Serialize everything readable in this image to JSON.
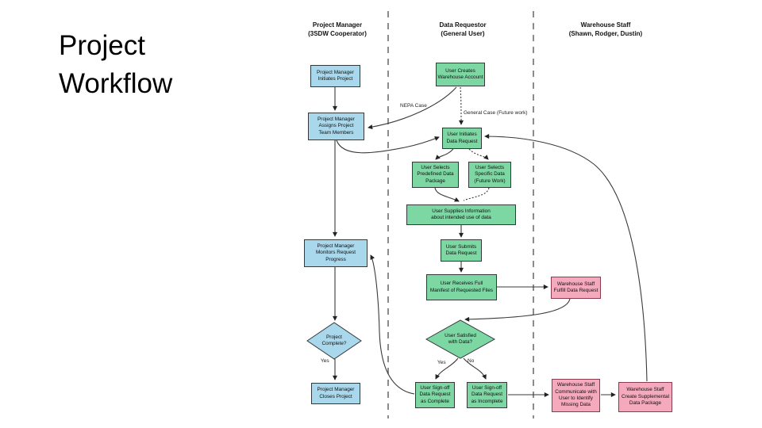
{
  "slide": {
    "title": "Project Workflow"
  },
  "diagram": {
    "lanes": [
      {
        "id": "project-manager",
        "label": "Project Manager\n(3SDW Cooperator)"
      },
      {
        "id": "data-requestor",
        "label": "Data Requestor\n(General User)"
      },
      {
        "id": "warehouse-staff",
        "label": "Warehouse Staff\n(Shawn, Rodger, Dustin)"
      }
    ],
    "colors": {
      "project_manager_fill": "#a9d8ec",
      "data_requestor_fill": "#7cd7a3",
      "warehouse_staff_fill": "#f5a9bd",
      "edge_stroke": "#3a3a3a"
    },
    "nodes": {
      "pm_initiates": {
        "shape": "rect",
        "lane": "project-manager",
        "label": "Project Manager\nInitiates Project"
      },
      "pm_assigns": {
        "shape": "rect",
        "lane": "project-manager",
        "label": "Project Manager\nAssigns Project\nTeam Members"
      },
      "pm_monitors": {
        "shape": "rect",
        "lane": "project-manager",
        "label": "Project Manager\nMonitors Request\nProgress"
      },
      "pm_complete": {
        "shape": "diamond",
        "lane": "project-manager",
        "label": "Project\nComplete?"
      },
      "pm_closes": {
        "shape": "rect",
        "lane": "project-manager",
        "label": "Project Manager\nCloses Project"
      },
      "user_account": {
        "shape": "rect",
        "lane": "data-requestor",
        "label": "User Creates\nWarehouse Account"
      },
      "user_initiates": {
        "shape": "rect",
        "lane": "data-requestor",
        "label": "User Initiates\nData Request"
      },
      "sel_predefined": {
        "shape": "rect",
        "lane": "data-requestor",
        "label": "User Selects\nPredefined Data\nPackage"
      },
      "sel_specific": {
        "shape": "rect",
        "lane": "data-requestor",
        "label": "User Selects\nSpecific Data\n(Future Work)"
      },
      "user_supplies": {
        "shape": "rect",
        "lane": "data-requestor",
        "label": "User Supplies Information\nabout intended use of data"
      },
      "user_submits": {
        "shape": "rect",
        "lane": "data-requestor",
        "label": "User Submits\nData Request"
      },
      "user_receives": {
        "shape": "rect",
        "lane": "data-requestor",
        "label": "User Receives Full\nManifest of Requested Files"
      },
      "user_satisfied": {
        "shape": "diamond",
        "lane": "data-requestor",
        "label": "User Satisfied\nwith Data?"
      },
      "signoff_complete": {
        "shape": "rect",
        "lane": "data-requestor",
        "label": "User Sign-off\nData Request\nas Complete"
      },
      "signoff_incomplete": {
        "shape": "rect",
        "lane": "data-requestor",
        "label": "User Sign-off\nData Request\nas Incomplete"
      },
      "ws_fulfill": {
        "shape": "rect",
        "lane": "warehouse-staff",
        "label": "Warehouse Staff\nFulfill Data Request"
      },
      "ws_communicate": {
        "shape": "rect",
        "lane": "warehouse-staff",
        "label": "Warehouse Staff\nCommunicate with\nUser to Identify\nMissing Data"
      },
      "ws_supplemental": {
        "shape": "rect",
        "lane": "warehouse-staff",
        "label": "Warehouse Staff\nCreate Supplemental\nData Package"
      }
    },
    "edge_labels": {
      "nepa": "NEPA Case",
      "general": "General Case (Future work)",
      "project_yes": "Yes",
      "satisfied_yes": "Yes",
      "satisfied_no": "No"
    },
    "edges": [
      {
        "from": "pm_initiates",
        "to": "pm_assigns",
        "style": "solid"
      },
      {
        "from": "user_account",
        "to": "pm_assigns",
        "style": "solid",
        "label": "NEPA Case"
      },
      {
        "from": "user_account",
        "to": "user_initiates",
        "style": "dotted",
        "label": "General Case (Future work)"
      },
      {
        "from": "pm_assigns",
        "to": "pm_monitors",
        "style": "solid"
      },
      {
        "from": "pm_assigns",
        "to": "user_initiates",
        "style": "solid"
      },
      {
        "from": "user_initiates",
        "to": "sel_predefined",
        "style": "solid"
      },
      {
        "from": "user_initiates",
        "to": "sel_specific",
        "style": "dotted"
      },
      {
        "from": "sel_predefined",
        "to": "user_supplies",
        "style": "solid"
      },
      {
        "from": "sel_specific",
        "to": "user_supplies",
        "style": "dotted"
      },
      {
        "from": "user_supplies",
        "to": "user_submits",
        "style": "solid"
      },
      {
        "from": "user_submits",
        "to": "user_receives",
        "style": "solid"
      },
      {
        "from": "user_receives",
        "to": "ws_fulfill",
        "style": "solid"
      },
      {
        "from": "ws_fulfill",
        "to": "user_satisfied",
        "style": "solid"
      },
      {
        "from": "user_satisfied",
        "to": "signoff_complete",
        "style": "solid",
        "label": "Yes"
      },
      {
        "from": "user_satisfied",
        "to": "signoff_incomplete",
        "style": "solid",
        "label": "No"
      },
      {
        "from": "signoff_complete",
        "to": "pm_monitors",
        "style": "solid"
      },
      {
        "from": "signoff_incomplete",
        "to": "ws_communicate",
        "style": "solid"
      },
      {
        "from": "ws_communicate",
        "to": "ws_supplemental",
        "style": "solid"
      },
      {
        "from": "ws_supplemental",
        "to": "user_initiates",
        "style": "solid"
      },
      {
        "from": "pm_monitors",
        "to": "pm_complete",
        "style": "solid"
      },
      {
        "from": "pm_complete",
        "to": "pm_closes",
        "style": "solid",
        "label": "Yes"
      }
    ]
  }
}
